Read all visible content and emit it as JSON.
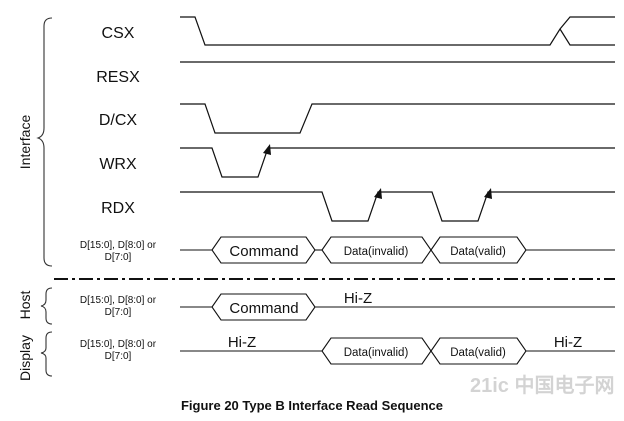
{
  "groups": {
    "interface": "Interface",
    "host": "Host",
    "display": "Display"
  },
  "signals": {
    "csx": "CSX",
    "resx": "RESX",
    "dcx": "D/CX",
    "wrx": "WRX",
    "rdx": "RDX",
    "data_bus_line1": "D[15:0], D[8:0] or",
    "data_bus_line2": "D[7:0]"
  },
  "bus_labels": {
    "command": "Command",
    "data_invalid": "Data(invalid)",
    "data_valid": "Data(valid)",
    "hiz": "Hi-Z"
  },
  "caption": "Figure 20 Type B Interface Read Sequence",
  "watermark": "21ic 中国电子网"
}
